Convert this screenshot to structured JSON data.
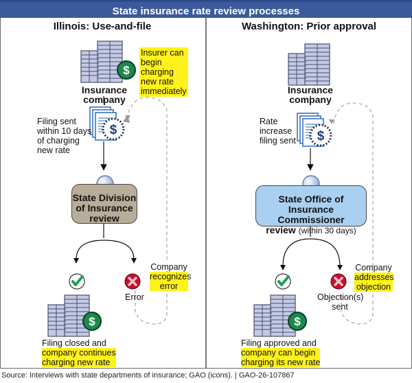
{
  "title": "State insurance rate review processes",
  "panels": [
    {
      "heading": "Illinois: Use-and-file",
      "company_label_1": "Insurance",
      "company_label_2": "company",
      "company_note": [
        "Insurer can",
        "begin",
        "charging",
        "new rate",
        "immediately"
      ],
      "filing_label": [
        "Filing sent",
        "within 10 days",
        "of charging",
        "new rate"
      ],
      "review_box": [
        "State Division",
        "of Insurance",
        "review"
      ],
      "review_box_extra": "",
      "review_color": "#b8ad98",
      "outcome_ok_label": "",
      "outcome_bad_label": [
        "Error"
      ],
      "loop_label_plain": "Company",
      "loop_label_highlight": [
        "recognizes",
        "error"
      ],
      "final_plain": "Filing closed and",
      "final_highlight": [
        "company continues",
        "charging new rate"
      ]
    },
    {
      "heading": "Washington: Prior approval",
      "company_label_1": "Insurance",
      "company_label_2": "company",
      "filing_label": [
        "Rate",
        "increase",
        "filing sent"
      ],
      "review_box": [
        "State Office of",
        "Insurance Commissioner",
        "review"
      ],
      "review_box_extra": "(within 30 days)",
      "review_color": "#a9d0f0",
      "outcome_bad_label": [
        "Objection(s)",
        "sent"
      ],
      "loop_label_plain": "Company",
      "loop_label_highlight": [
        "addresses",
        "objection"
      ],
      "final_plain": "Filing approved and",
      "final_highlight": [
        "company can begin",
        "charging its new rate"
      ]
    }
  ],
  "icons": {
    "building": "building-icon",
    "dollar": "$",
    "document": "document-stack-icon",
    "magnifier": "magnifying-glass-icon",
    "check": "checkmark-icon",
    "error": "x-icon"
  },
  "colors": {
    "header": "#3a5a9c",
    "highlight": "#fff21c",
    "dollar_green": "#1a8a4a",
    "check_green": "#1aa055",
    "error_red": "#c8102e",
    "building": "#c4c9e6"
  },
  "source": "Source: Interviews with state departments of insurance; GAO (icons).  |  GAO-26-107867"
}
